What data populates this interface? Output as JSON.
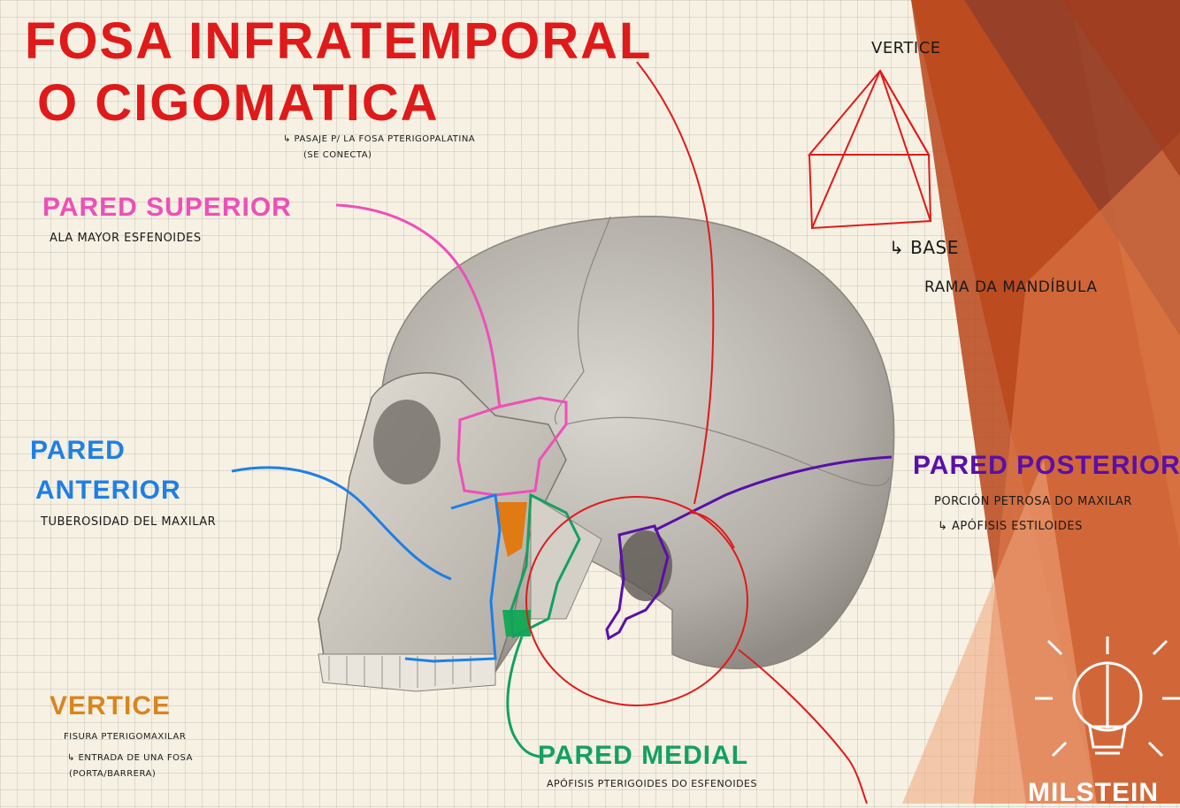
{
  "title": {
    "line1": "FOSA INFRATEMPORAL",
    "line2": "O CIGOMATICA"
  },
  "subtitle": {
    "line1": "↳ PASAJE P/ LA FOSA PTERIGOPALATINA",
    "line2": "(SE CONECTA)"
  },
  "pyramid": {
    "apex": "VERTICE",
    "base": "↳ BASE",
    "base_desc": "RAMA DA MANDÍBULA"
  },
  "walls": {
    "superior": {
      "name": "PARED SUPERIOR",
      "desc": "ALA MAYOR ESFENOIDES"
    },
    "anterior": {
      "name1": "PARED",
      "name2": "ANTERIOR",
      "desc": "TUBEROSIDAD DEL MAXILAR"
    },
    "posterior": {
      "name": "PARED POSTERIOR",
      "desc1": "PORCIÓN PETROSA DO MAXILAR",
      "desc2": "↳ APÓFISIS ESTILOIDES"
    },
    "medial": {
      "name": "PARED MEDIAL",
      "desc": "APÓFISIS PTERIGOIDES DO ESFENOIDES"
    },
    "vertex": {
      "name": "VERTICE",
      "desc1": "FISURA PTERIGOMAXILAR",
      "desc2": "↳ ENTRADA DE UNA FOSA",
      "desc3": "(PORTA/BARRERA)"
    }
  },
  "brand": {
    "name": "MILSTEIN"
  },
  "colors": {
    "title": "#e01a1a",
    "superior": "#ee4fb8",
    "anterior": "#1e7fe6",
    "posterior": "#5a0fa8",
    "medial": "#14a060",
    "vertex": "#d9851e",
    "accent_orange": "#d8521f"
  }
}
